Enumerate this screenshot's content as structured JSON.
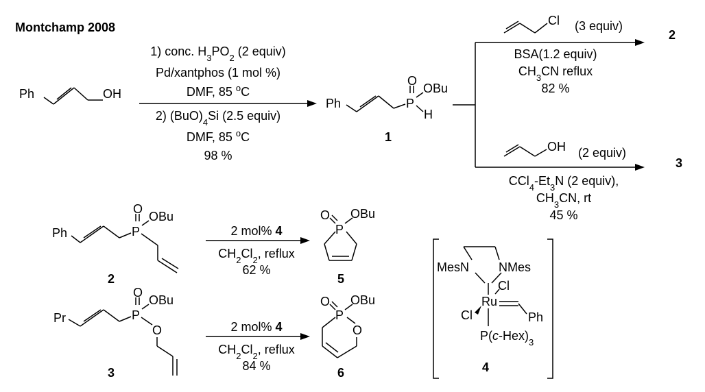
{
  "title": "Montchamp 2008",
  "step1": {
    "conditions": [
      [
        "1) conc. H",
        {
          "sub": "3"
        },
        "PO",
        {
          "sub": "2"
        },
        " (2 equiv)"
      ],
      [
        "Pd/xantphos (1 mol %)"
      ],
      [
        "DMF, 85 ",
        {
          "sup": "o"
        },
        "C"
      ],
      [
        "2) (BuO)",
        {
          "sub": "4"
        },
        "Si (2.5 equiv)"
      ],
      [
        "DMF, 85 ",
        {
          "sup": "o"
        },
        "C"
      ],
      [
        "98 %"
      ]
    ]
  },
  "branch_top": {
    "reagent": "(3 equiv)",
    "conditions": [
      [
        "BSA(1.2 equiv)"
      ],
      [
        "CH",
        {
          "sub": "3"
        },
        "CN reflux"
      ],
      [
        "82 %"
      ]
    ],
    "product": "2"
  },
  "branch_bottom": {
    "reagent": "(2 equiv)",
    "conditions": [
      [
        "CCl",
        {
          "sub": "4"
        },
        "-Et",
        {
          "sub": "3"
        },
        "N (2 equiv),"
      ],
      [
        "CH",
        {
          "sub": "3"
        },
        "CN, rt"
      ],
      [
        "45 %"
      ]
    ],
    "product": "3"
  },
  "rcm1": {
    "catalyst": [
      {
        "t": "2 mol% "
      },
      {
        "b": "4"
      }
    ],
    "conditions": [
      [
        "CH",
        {
          "sub": "2"
        },
        "Cl",
        {
          "sub": "2"
        },
        ", reflux"
      ],
      [
        "62 %"
      ]
    ]
  },
  "rcm2": {
    "catalyst": [
      {
        "t": "2 mol% "
      },
      {
        "b": "4"
      }
    ],
    "conditions": [
      [
        "CH",
        {
          "sub": "2"
        },
        "Cl",
        {
          "sub": "2"
        },
        ", reflux"
      ],
      [
        "84 %"
      ]
    ]
  },
  "labels": {
    "ph": "Ph",
    "oh": "OH",
    "o": "O",
    "p": "P",
    "h": "H",
    "obu": "OBu",
    "cl": "Cl",
    "pr": "Pr",
    "mesn": "MesN",
    "nmes": "NMes",
    "ru": "Ru",
    "pcy": "P(c-Hex)3"
  },
  "compounds": {
    "c1": "1",
    "c2": "2",
    "c3": "3",
    "c4": "4",
    "c5": "5",
    "c6": "6"
  }
}
